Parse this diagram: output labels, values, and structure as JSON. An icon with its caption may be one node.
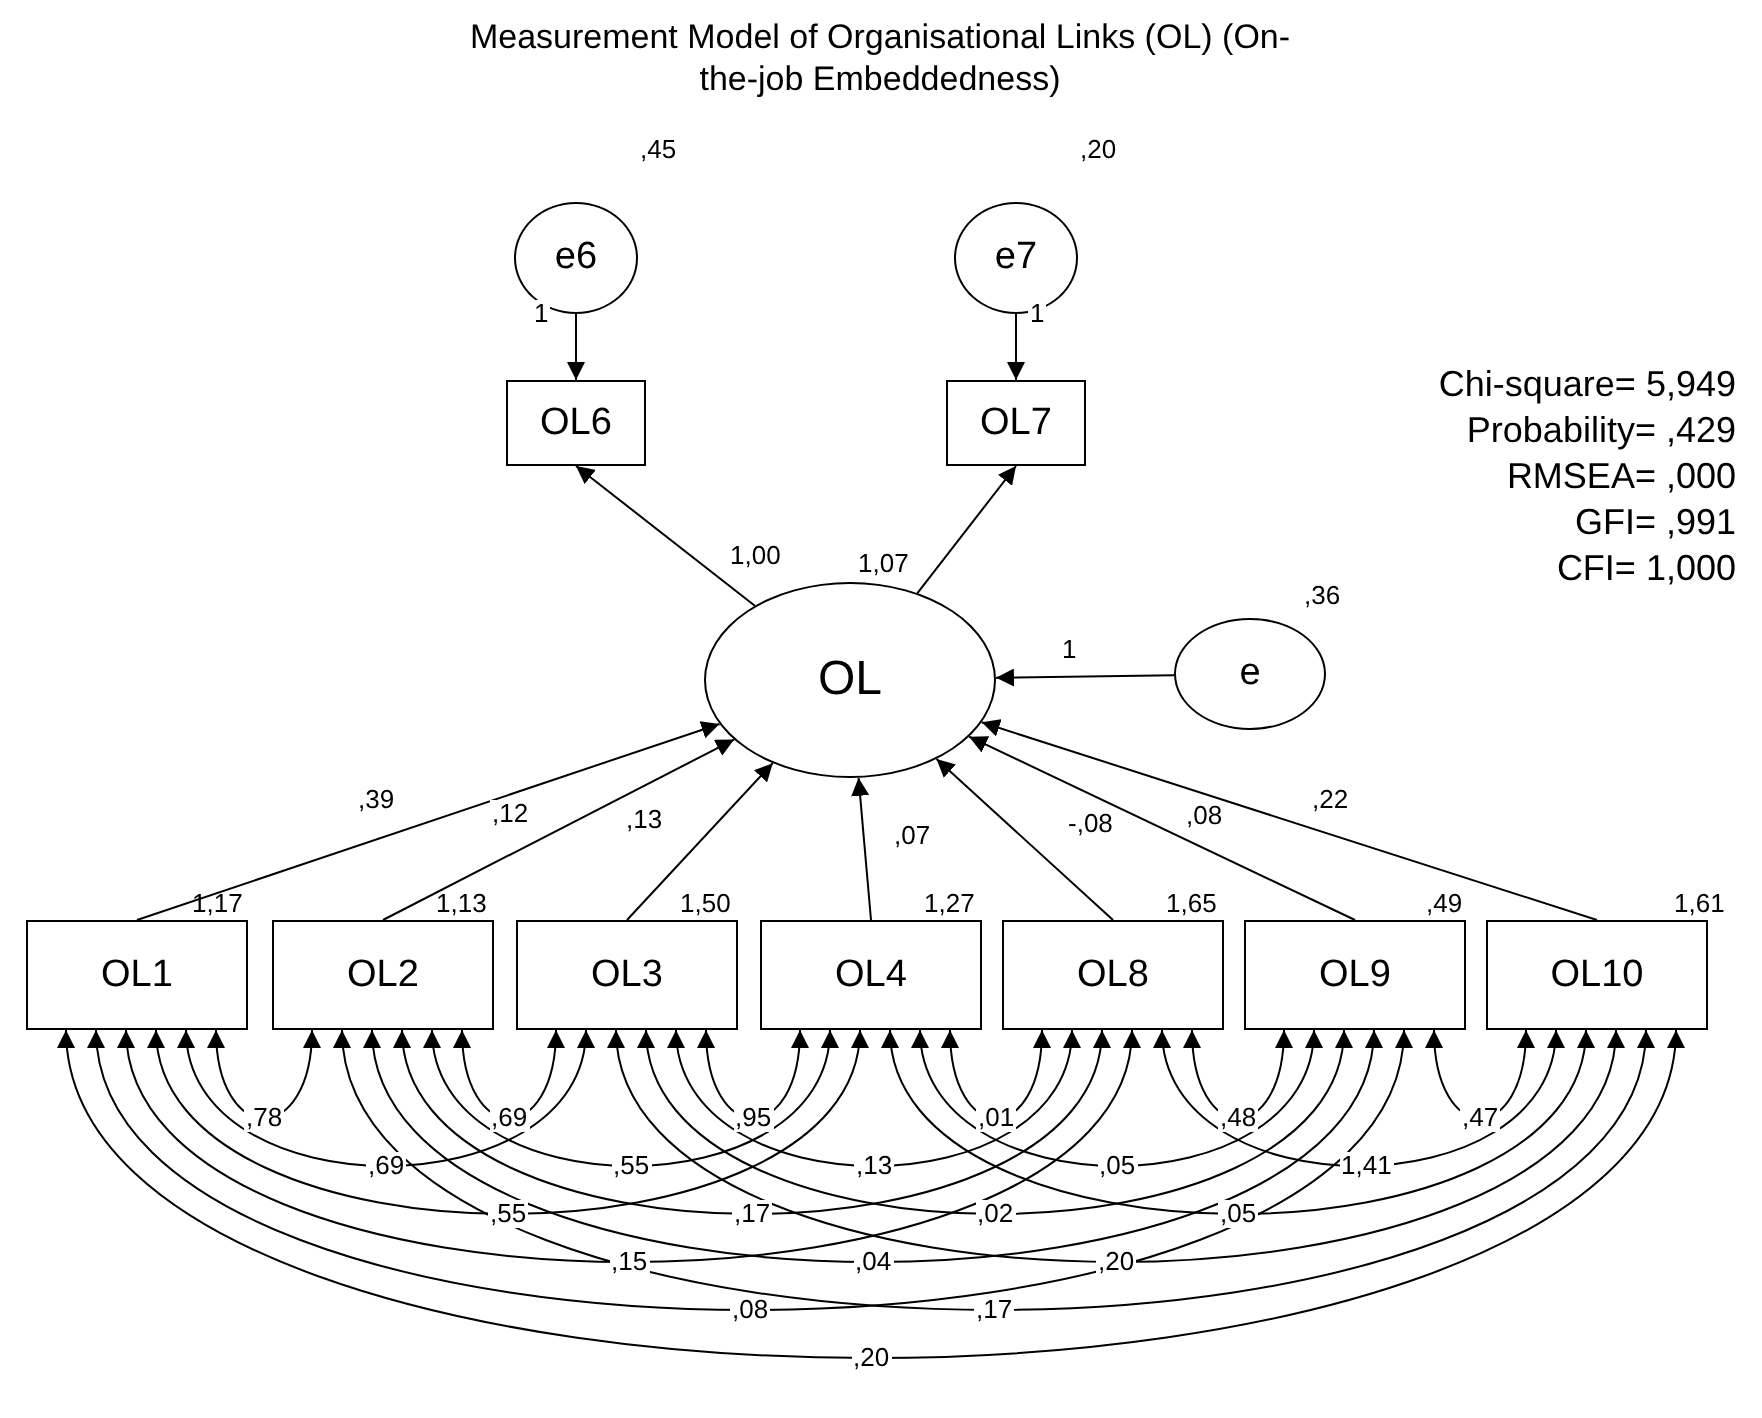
{
  "diagram": {
    "title": "Measurement Model of Organisational Links (OL) (On-the-job Embeddedness)",
    "nodes": [
      {
        "text": [
          "e6"
        ],
        "beside": [
          ",45"
        ]
      },
      {
        "text": [
          "e7"
        ],
        "beside": [
          ",20"
        ]
      },
      {
        "text": [
          "OL6"
        ]
      },
      {
        "text": [
          "OL7"
        ]
      },
      {
        "text": [
          "OL"
        ]
      },
      {
        "text": [
          "e"
        ],
        "beside": [
          ",36"
        ]
      },
      {
        "text": [
          "OL1"
        ],
        "beside": [
          "1,17"
        ]
      },
      {
        "text": [
          "OL2"
        ],
        "beside": [
          "1,13"
        ]
      },
      {
        "text": [
          "OL3"
        ],
        "beside": [
          "1,50"
        ]
      },
      {
        "text": [
          "OL4"
        ],
        "beside": [
          "1,27"
        ]
      },
      {
        "text": [
          "OL8"
        ],
        "beside": [
          "1,65"
        ]
      },
      {
        "text": [
          "OL9"
        ],
        "beside": [
          ",49"
        ]
      },
      {
        "text": [
          "OL10"
        ],
        "beside": [
          "1,61"
        ]
      }
    ],
    "edges": [
      {
        "from": 0,
        "to": 2,
        "arrow": "to",
        "label": "1"
      },
      {
        "from": 1,
        "to": 3,
        "arrow": "to",
        "label": "1"
      },
      {
        "from": 4,
        "to": 2,
        "arrow": "to",
        "label": "1,00"
      },
      {
        "from": 4,
        "to": 3,
        "arrow": "to",
        "label": "1,07"
      },
      {
        "from": 5,
        "to": 4,
        "arrow": "to",
        "label": "1"
      },
      {
        "from": 6,
        "to": 4,
        "arrow": "to",
        "label": ",39"
      },
      {
        "from": 7,
        "to": 4,
        "arrow": "to",
        "label": ",12"
      },
      {
        "from": 8,
        "to": 4,
        "arrow": "to",
        "label": ",13"
      },
      {
        "from": 9,
        "to": 4,
        "arrow": "to",
        "label": ",07"
      },
      {
        "from": 10,
        "to": 4,
        "arrow": "to",
        "label": "-,08"
      },
      {
        "from": 11,
        "to": 4,
        "arrow": "to",
        "label": ",08"
      },
      {
        "from": 12,
        "to": 4,
        "arrow": "to",
        "label": ",22"
      },
      {
        "from": 6,
        "to": 7,
        "arrow": "both",
        "label": ",78"
      },
      {
        "from": 7,
        "to": 8,
        "arrow": "both",
        "label": ",69"
      },
      {
        "from": 8,
        "to": 9,
        "arrow": "both",
        "label": ",95"
      },
      {
        "from": 9,
        "to": 10,
        "arrow": "both",
        "label": ",01"
      },
      {
        "from": 10,
        "to": 11,
        "arrow": "both",
        "label": ",48"
      },
      {
        "from": 11,
        "to": 12,
        "arrow": "both",
        "label": ",47"
      },
      {
        "from": 6,
        "to": 8,
        "arrow": "both",
        "label": ",69"
      },
      {
        "from": 7,
        "to": 9,
        "arrow": "both",
        "label": ",55"
      },
      {
        "from": 8,
        "to": 10,
        "arrow": "both",
        "label": ",13"
      },
      {
        "from": 9,
        "to": 11,
        "arrow": "both",
        "label": ",05"
      },
      {
        "from": 10,
        "to": 12,
        "arrow": "both",
        "label": "1,41"
      },
      {
        "from": 6,
        "to": 9,
        "arrow": "both",
        "label": ",55"
      },
      {
        "from": 7,
        "to": 10,
        "arrow": "both",
        "label": ",17"
      },
      {
        "from": 8,
        "to": 11,
        "arrow": "both",
        "label": ",02"
      },
      {
        "from": 9,
        "to": 12,
        "arrow": "both",
        "label": ",05"
      },
      {
        "from": 6,
        "to": 10,
        "arrow": "both",
        "label": ",15"
      },
      {
        "from": 7,
        "to": 11,
        "arrow": "both",
        "label": ",04"
      },
      {
        "from": 8,
        "to": 12,
        "arrow": "both",
        "label": ",20"
      },
      {
        "from": 6,
        "to": 11,
        "arrow": "both",
        "label": ",08"
      },
      {
        "from": 7,
        "to": 12,
        "arrow": "both",
        "label": ",17"
      },
      {
        "from": 6,
        "to": 12,
        "arrow": "both",
        "label": ",20"
      }
    ],
    "labels": [
      "Chi-square= 5,949",
      "Probability= ,429",
      "RMSEA= ,000",
      "GFI= ,991",
      "CFI= 1,000"
    ]
  }
}
